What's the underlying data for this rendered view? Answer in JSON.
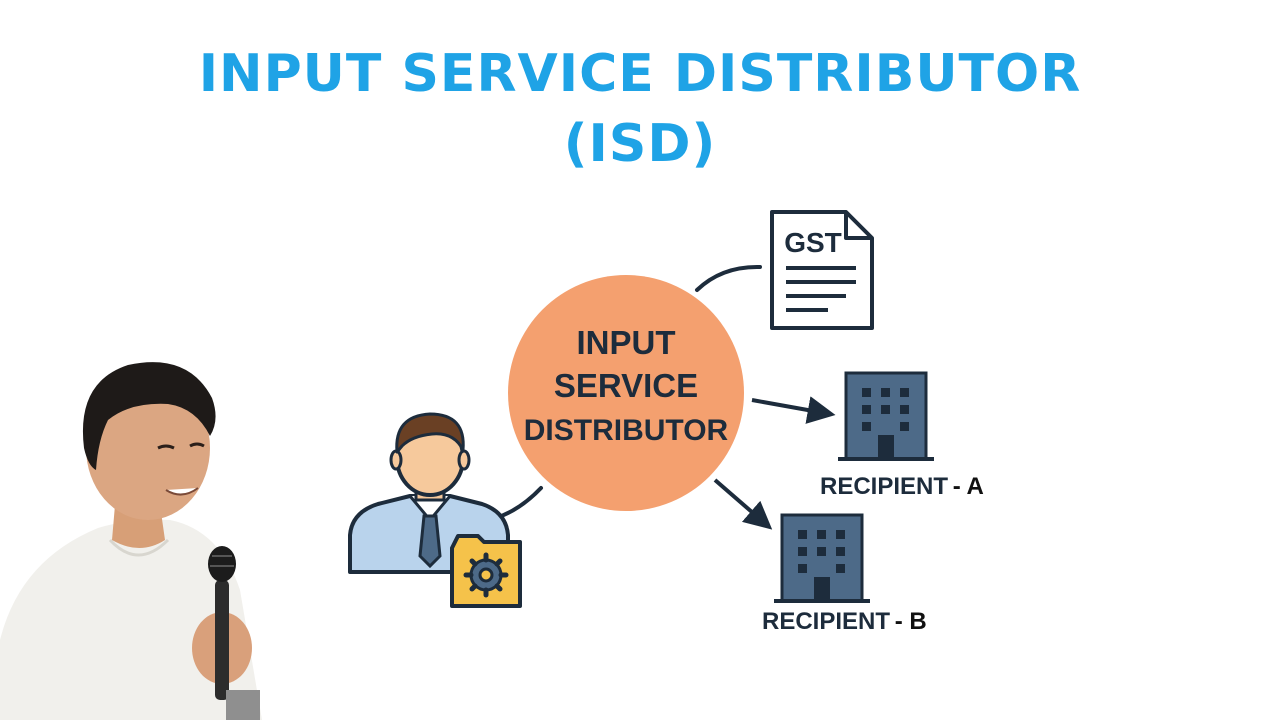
{
  "title": {
    "line1": "INPUT SERVICE DISTRIBUTOR",
    "line2": "(ISD)"
  },
  "diagram": {
    "center": {
      "line1": "INPUT",
      "line2": "SERVICE",
      "line3": "DISTRIBUTOR"
    },
    "document_label": "GST",
    "recipients": [
      {
        "name": "RECIPIENT",
        "suffix": "- A"
      },
      {
        "name": "RECIPIENT",
        "suffix": "- B"
      }
    ]
  },
  "icons": {
    "person": "person-with-gear-folder-icon",
    "document": "gst-document-icon",
    "building": "office-building-icon",
    "presenter": "presenter-with-microphone"
  },
  "colors": {
    "title": "#1FA3E6",
    "circle": "#F4A06F",
    "navy": "#1D2C3C",
    "building": "#4D6A88",
    "shirt": "#B9D3EC",
    "skin": "#F6C99C",
    "hair": "#6A4024",
    "folder": "#F5C24A"
  }
}
